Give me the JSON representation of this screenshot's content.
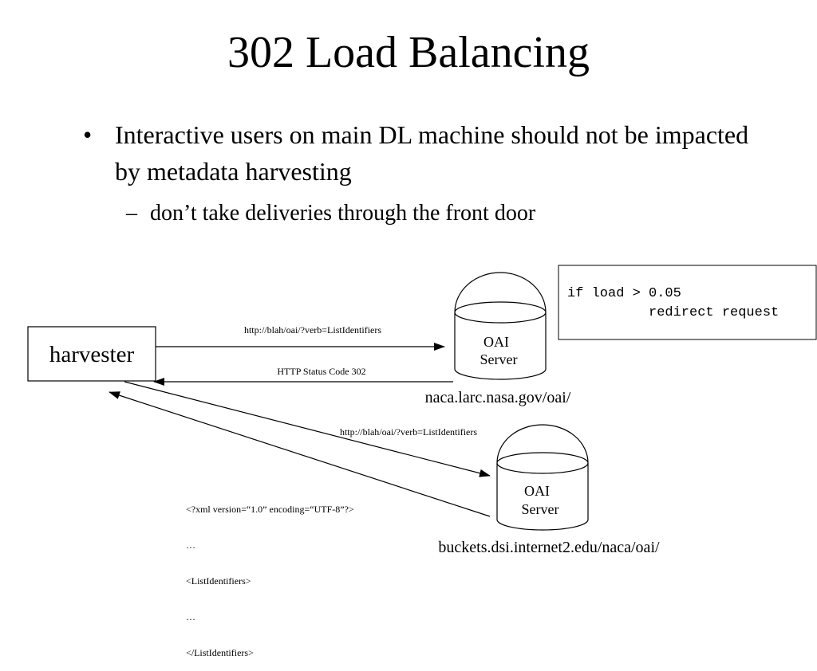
{
  "title": "302 Load Balancing",
  "bullets": [
    {
      "marker": "•",
      "text": "Interactive users on main DL machine should not be impacted by metadata harvesting"
    },
    {
      "marker": "–",
      "text": "don’t take deliveries through the front door"
    }
  ],
  "diagram": {
    "harvester_label": "harvester",
    "code_box": {
      "line1": "if load > 0.05",
      "line2": "redirect request"
    },
    "server1": {
      "line1": "OAI",
      "line2": "Server",
      "url": "naca.larc.nasa.gov/oai/"
    },
    "server2": {
      "line1": "OAI",
      "line2": "Server",
      "url": "buckets.dsi.internet2.edu/naca/oai/"
    },
    "request1": "http://blah/oai/?verb=ListIdentifiers",
    "response1": "HTTP Status Code 302",
    "request2": "http://blah/oai/?verb=ListIdentifiers",
    "xml_lines": [
      "<?xml version=“1.0” encoding=“UTF-8”?>",
      "…",
      "<ListIdentifiers>",
      "…",
      "</ListIdentifiers>"
    ]
  }
}
